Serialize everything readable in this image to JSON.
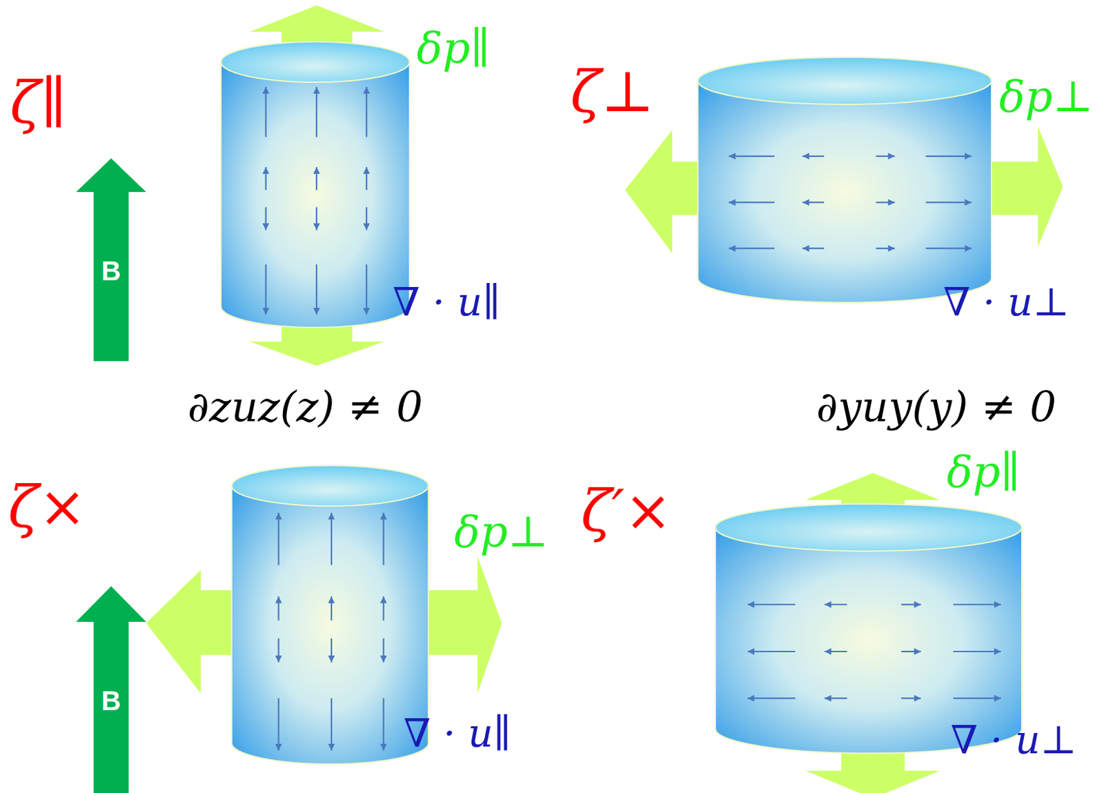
{
  "diagram": {
    "nodes": [
      {
        "text": [
          "B"
        ]
      },
      {
        "text": [
          "∇ · u∥"
        ]
      },
      {
        "text": [
          "∇ · u⊥"
        ]
      },
      {
        "text": [
          "B"
        ]
      },
      {
        "text": [
          "∇ · u∥"
        ]
      },
      {
        "text": [
          "∇ · u⊥"
        ]
      }
    ],
    "labels": [
      "ζ∥",
      "δp∥",
      "ζ⊥",
      "δp⊥",
      "∂zuz(z) ≠ 0",
      "∂yuy(y) ≠ 0",
      "ζ×",
      "ζ′×",
      "δp⊥",
      "δp∥"
    ]
  }
}
